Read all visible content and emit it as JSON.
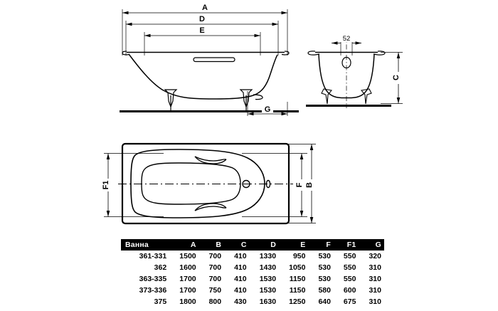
{
  "document": {
    "type": "technical-drawing",
    "subject": "bathtub-dimension-drawing",
    "background_color": "#ffffff",
    "line_color": "#000000"
  },
  "views": {
    "side_elevation": {
      "name": "side-elevation-view",
      "dimension_labels": [
        "A",
        "D",
        "E",
        "G"
      ]
    },
    "end_section": {
      "name": "end-section-view",
      "dimension_labels": [
        "52",
        "C"
      ]
    },
    "plan": {
      "name": "plan-view",
      "dimension_labels": [
        "F1",
        "F",
        "B"
      ]
    }
  },
  "dimensions": {
    "a": "A",
    "b": "B",
    "c": "C",
    "d": "D",
    "e": "E",
    "f": "F",
    "f1": "F1",
    "g": "G",
    "overflow_offset": "52"
  },
  "table": {
    "headers": [
      "Ванна",
      "A",
      "B",
      "C",
      "D",
      "E",
      "F",
      "F1",
      "G"
    ],
    "header_bg": "#000000",
    "header_fg": "#ffffff",
    "rows": [
      {
        "name": "361-331",
        "a": "1500",
        "b": "700",
        "c": "410",
        "d": "1330",
        "e": "950",
        "f": "530",
        "f1": "550",
        "g": "320"
      },
      {
        "name": "362",
        "a": "1600",
        "b": "700",
        "c": "410",
        "d": "1430",
        "e": "1050",
        "f": "530",
        "f1": "550",
        "g": "310"
      },
      {
        "name": "363-335",
        "a": "1700",
        "b": "700",
        "c": "410",
        "d": "1530",
        "e": "1150",
        "f": "530",
        "f1": "550",
        "g": "310"
      },
      {
        "name": "373-336",
        "a": "1700",
        "b": "750",
        "c": "410",
        "d": "1530",
        "e": "1150",
        "f": "580",
        "f1": "600",
        "g": "310"
      },
      {
        "name": "375",
        "a": "1800",
        "b": "800",
        "c": "430",
        "d": "1630",
        "e": "1250",
        "f": "640",
        "f1": "675",
        "g": "310"
      }
    ]
  }
}
